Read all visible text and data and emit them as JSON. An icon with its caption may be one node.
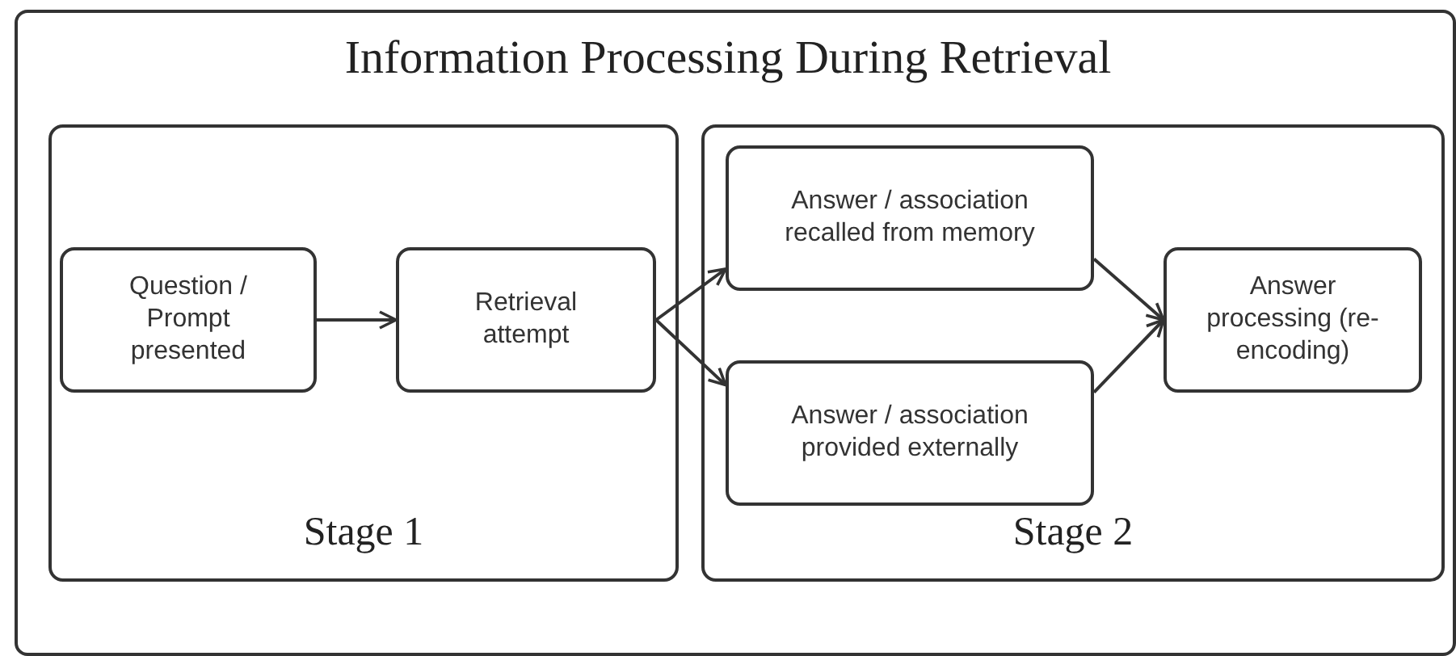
{
  "diagram": {
    "title": "Information Processing During Retrieval",
    "nodes": [
      {
        "text": [
          "Stage 1"
        ]
      },
      {
        "text": [
          "Question / Prompt presented"
        ],
        "in": 0
      },
      {
        "text": [
          "Retrieval attempt"
        ],
        "in": 0
      },
      {
        "text": [
          "Stage 2"
        ]
      },
      {
        "text": [
          "Answer / association recalled from memory"
        ],
        "in": 3
      },
      {
        "text": [
          "Answer / association provided externally"
        ],
        "in": 3
      },
      {
        "text": [
          "Answer processing (re-encoding)"
        ],
        "in": 3
      }
    ],
    "edges": [
      {
        "from": 1,
        "to": 2,
        "arrow": "to"
      },
      {
        "from": 2,
        "to": 4,
        "arrow": "to"
      },
      {
        "from": 2,
        "to": 5,
        "arrow": "to"
      },
      {
        "from": 4,
        "to": 6,
        "arrow": "to"
      },
      {
        "from": 5,
        "to": 6,
        "arrow": "to"
      }
    ]
  }
}
